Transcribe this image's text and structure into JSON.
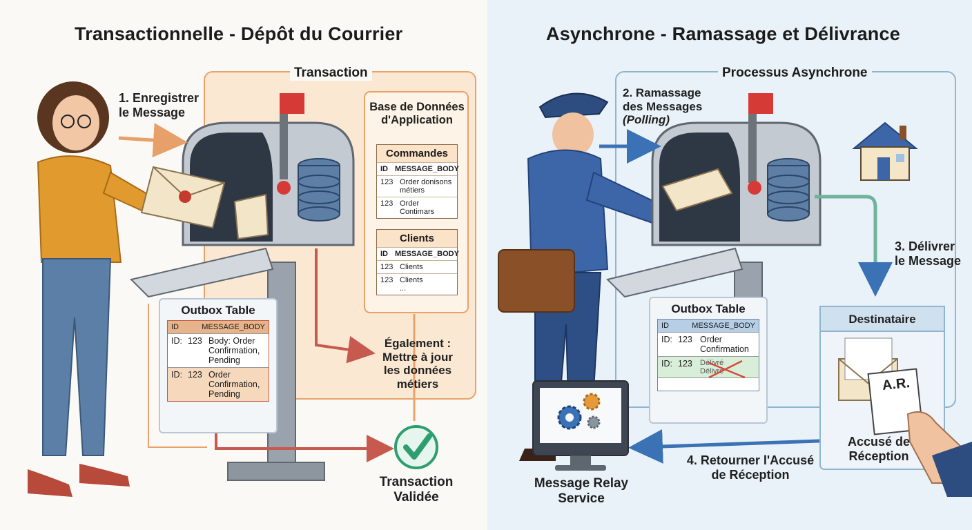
{
  "left": {
    "title": "Transactionnelle - Dépôt du Courrier",
    "transaction_label": "Transaction",
    "step1": [
      "1. Enregistrer",
      "le Message"
    ],
    "db": {
      "title": [
        "Base de Données",
        "d'Application"
      ],
      "commandes": {
        "title": "Commandes",
        "headers": [
          "ID",
          "MESSAGE_BODY"
        ],
        "rows": [
          [
            "123",
            "Order donisons",
            "métiers"
          ],
          [
            "123",
            "Order",
            "Contimars"
          ]
        ]
      },
      "clients": {
        "title": "Clients",
        "headers": [
          "ID",
          "MESSAGE_BODY"
        ],
        "rows": [
          [
            "123",
            "Clients",
            ""
          ],
          [
            "123",
            "Clients",
            "..."
          ]
        ]
      }
    },
    "also": [
      "Également :",
      "Mettre à jour",
      "les données",
      "métiers"
    ],
    "outbox": {
      "title": "Outbox Table",
      "headers": [
        "ID",
        "MESSAGE_BODY"
      ],
      "rows": [
        {
          "id": "ID:",
          "num": "123",
          "body": [
            "Body: Order",
            "Confirmation,",
            "Pending"
          ]
        },
        {
          "id": "ID:",
          "num": "123",
          "body": [
            "Order",
            "Confirmation,",
            "Pending"
          ]
        }
      ]
    },
    "validated": [
      "Transaction",
      "Validée"
    ]
  },
  "right": {
    "title": "Asynchrone - Ramassage et Délivrance",
    "process_label": "Processus Asynchrone",
    "step2": [
      "2. Ramassage",
      "des Messages",
      "(Polling)"
    ],
    "step3": [
      "3. Délivrer",
      "le Message"
    ],
    "outbox": {
      "title": "Outbox Table",
      "headers": [
        "ID",
        "MESSAGE_BODY"
      ],
      "rows": [
        {
          "id": "ID:",
          "num": "123",
          "body": [
            "Order",
            "Confirmation"
          ]
        },
        {
          "id": "ID:",
          "num": "123",
          "body": [
            "Délivré",
            "Délivré"
          ]
        }
      ]
    },
    "recipient": "Destinataire",
    "ar": "A.R.",
    "receipt": [
      "Accusé de",
      "Réception"
    ],
    "step4": [
      "4. Retourner l'Accusé",
      "de Réception"
    ],
    "relay": [
      "Message Relay",
      "Service"
    ]
  },
  "colors": {
    "left_bg": "#fbf9f5",
    "right_bg": "#e9f2f8",
    "transaction_fill": "#fbe8d2",
    "transaction_border": "#e8a26a",
    "arrow_orange": "#e8a06a",
    "arrow_red": "#c75a4e",
    "arrow_blue": "#3a72b5",
    "arrow_green": "#6fb39a",
    "check_green": "#2f9e6f",
    "flag_red": "#d63a37"
  },
  "icons": [
    "woman-figure",
    "mailbox",
    "envelope",
    "database-icon",
    "check-icon",
    "postman-figure",
    "house-icon",
    "gear-icon",
    "monitor-icon",
    "hand-icon"
  ]
}
